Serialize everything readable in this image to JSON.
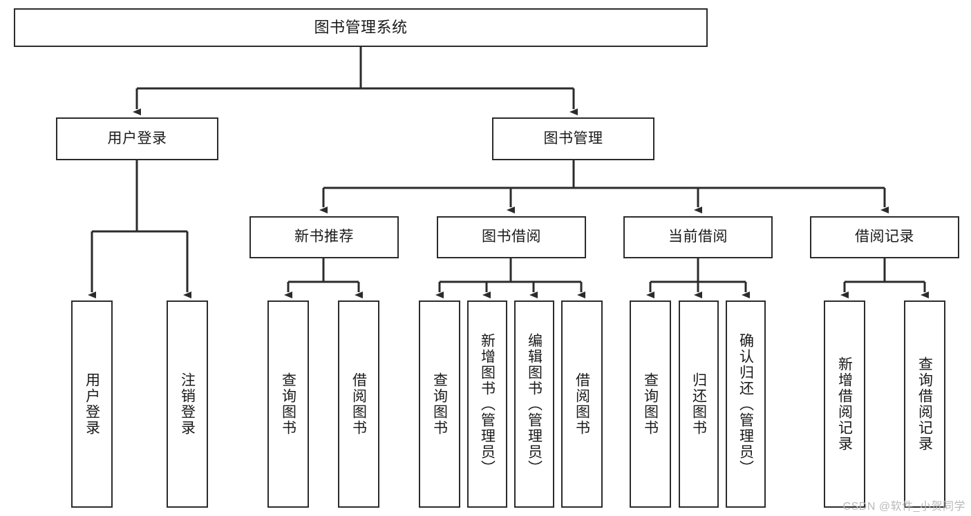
{
  "diagram": {
    "title": "图书管理系统",
    "watermark": "CSDN @软件_小贺同学",
    "line_color": "#2b2b2b",
    "box_fill": "#ffffff",
    "text_color": "#1a1a1a",
    "watermark_color": "#b9b9b9"
  },
  "levels": {
    "root": {
      "label": "图书管理系统"
    },
    "level2": [
      {
        "label": "用户登录"
      },
      {
        "label": "图书管理"
      }
    ],
    "level3": [
      {
        "label": "新书推荐"
      },
      {
        "label": "图书借阅"
      },
      {
        "label": "当前借阅"
      },
      {
        "label": "借阅记录"
      }
    ],
    "leaves": {
      "user_login": [
        {
          "label": "用户登录"
        },
        {
          "label": "注销登录"
        }
      ],
      "new_book_recommend": [
        {
          "label": "查询图书"
        },
        {
          "label": "借阅图书"
        }
      ],
      "book_borrow": [
        {
          "label": "查询图书"
        },
        {
          "label": "新增图书（管理员）"
        },
        {
          "label": "编辑图书（管理员）"
        },
        {
          "label": "借阅图书"
        }
      ],
      "current_borrow": [
        {
          "label": "查询图书"
        },
        {
          "label": "归还图书"
        },
        {
          "label": "确认归还（管理员）"
        }
      ],
      "borrow_record": [
        {
          "label": "新增借阅记录"
        },
        {
          "label": "查询借阅记录"
        }
      ]
    }
  }
}
